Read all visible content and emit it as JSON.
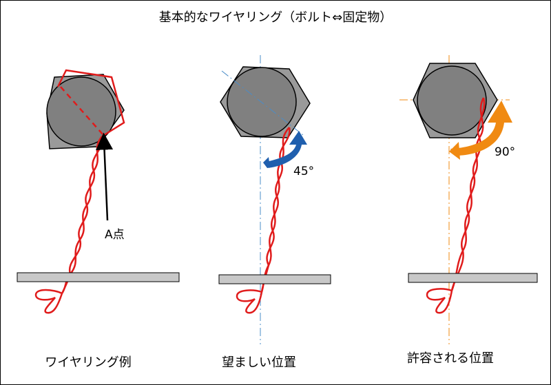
{
  "title": "基本的なワイヤリング（ボルト⇔固定物）",
  "panels": [
    {
      "caption": "ワイヤリング例",
      "point_label": "A点"
    },
    {
      "caption": "望ましい位置",
      "angle_label": "45°"
    },
    {
      "caption": "許容される位置",
      "angle_label": "90°"
    }
  ],
  "colors": {
    "wire": "#e01b1b",
    "bolt_hex": "#9a9a9a",
    "bolt_circle": "#808080",
    "plate": "#c8c8c8",
    "arrow_blue": "#1f5fae",
    "arrow_orange": "#f08a12",
    "guide_blue": "#4a8cc8",
    "guide_orange": "#f08a12"
  }
}
